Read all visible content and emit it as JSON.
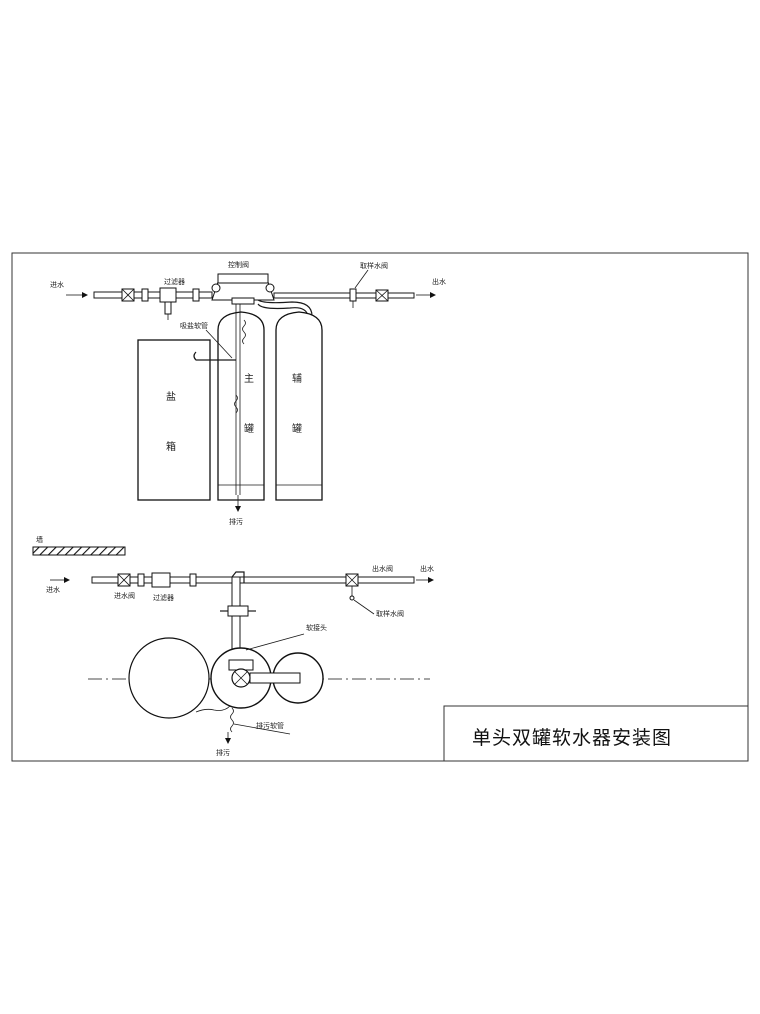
{
  "title": "单头双罐软水器安装图",
  "top_view": {
    "inlet": "进水",
    "filter": "过滤器",
    "valve_head": "控制阀",
    "sample_valve": "取样水阀",
    "outlet": "出水",
    "brine_pipe": "吸盐软管",
    "salt_box": [
      "盐",
      "箱"
    ],
    "main_tank": [
      "主",
      "罐"
    ],
    "aux_tank": [
      "辅",
      "罐"
    ],
    "drain": "排污"
  },
  "plan_view": {
    "wall": "墙",
    "inlet": "进水",
    "inlet_valve": "进水阀",
    "filter": "过滤器",
    "outlet_valve": "出水阀",
    "outlet": "出水",
    "sample_valve": "取样水阀",
    "soft_joint": "软接头",
    "drain_hose": "排污软管",
    "drain": "排污"
  }
}
